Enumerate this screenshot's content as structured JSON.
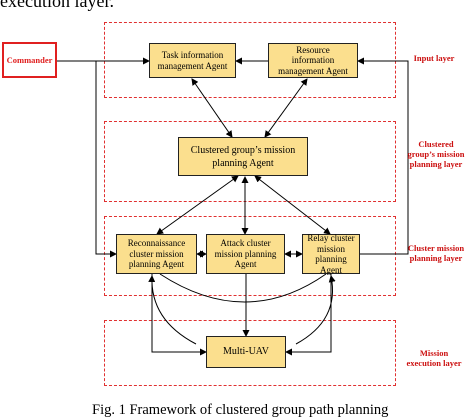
{
  "header_text": "execution layer.",
  "commander": "Commander",
  "agents": {
    "task": "Task information\nmanagement Agent",
    "resource": "Resource\ninformation\nmanagement Agent",
    "clustered": "Clustered group’s mission\nplanning Agent",
    "recon": "Reconnaissance\ncluster mission\nplanning Agent",
    "attack": "Attack cluster\nmission planning\nAgent",
    "relay": "Relay cluster\nmission planning\nAgent",
    "uav": "Multi-UAV"
  },
  "layers": {
    "input": "Input layer",
    "clustered": "Clustered\ngroup’s mission\nplanning layer",
    "cluster": "Cluster mission\nplanning layer",
    "execution": "Mission\nexecution layer"
  },
  "caption": "Fig. 1 Framework of clustered group path planning",
  "colors": {
    "layer_border": "#e03030",
    "agent_fill": "#fbdf8e",
    "commander": "#e02020"
  }
}
